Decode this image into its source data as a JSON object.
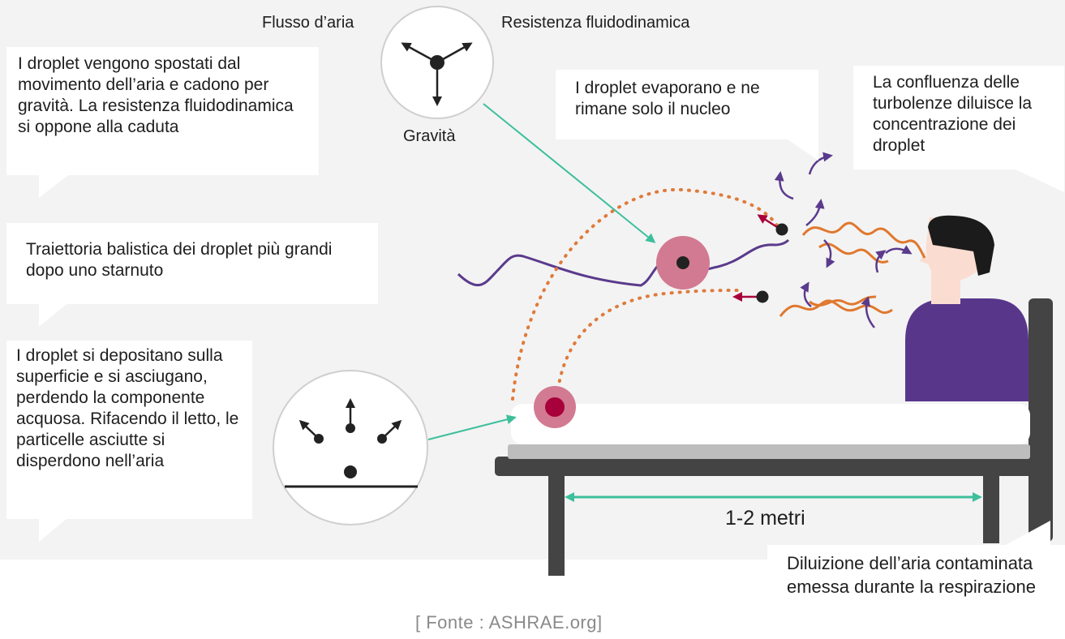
{
  "labels": {
    "airflow": "Flusso d’aria",
    "drag": "Resistenza fluidodinamica",
    "gravity": "Gravità"
  },
  "bubbles": {
    "drift_fall": "I droplet vengono spostati dal movimento dell’aria e cadono per gravità.  La  resistenza fluidodinamica si oppone alla caduta",
    "evaporate": "I droplet evaporano e ne rimane solo il nucleo",
    "turbulence": "La confluenza delle turbolenze diluisce la concentrazione dei droplet",
    "ballistic": "Traiettoria balistica dei droplet più grandi dopo uno starnuto",
    "deposit": "I droplet si depositano sulla superficie e si asciugano, perdendo la componente acquosa. Rifacendo il letto, le particelle asciutte si disperdono nell’aria",
    "dilution": "Diluizione dell’aria contaminata emessa durante la respirazione"
  },
  "distance": "1-2 metri",
  "source": "[ Fonte : ASHRAE.org]",
  "colors": {
    "background": "#f3f3f3",
    "teal_arrow": "#3dbf9b",
    "dotted_orange": "#e07a3a",
    "turbulence_orange": "#e0782e",
    "purple": "#5a3a8c",
    "shirt": "#58378b",
    "droplet_halo": "#d27a92",
    "droplet_core": "#a8003a",
    "bed_frame": "#444444",
    "skin": "#fbdcd0",
    "hair": "#1b1b1b"
  }
}
